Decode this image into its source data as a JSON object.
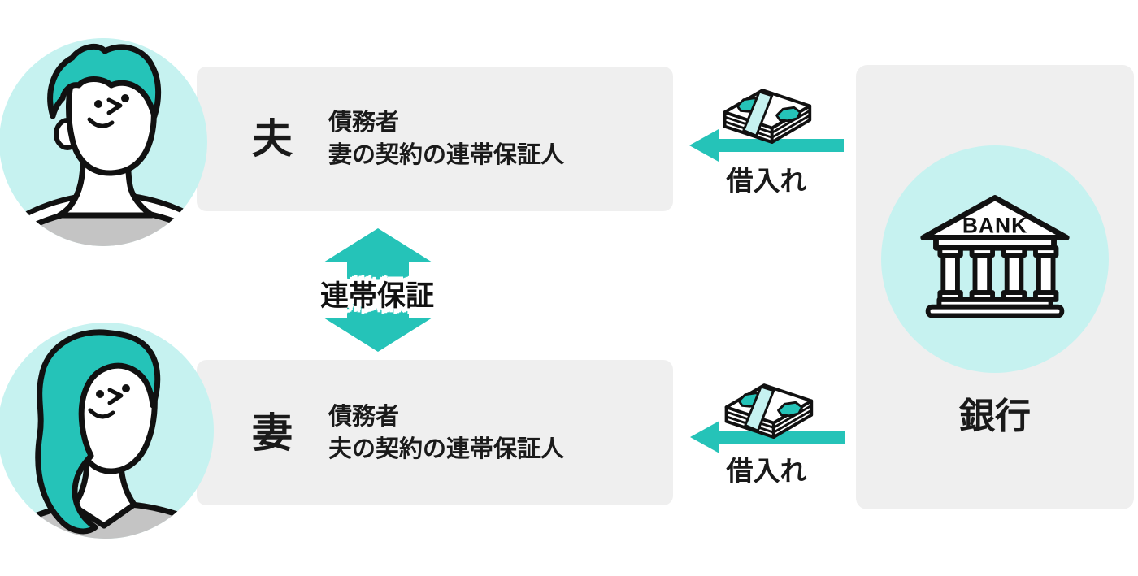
{
  "husband_card": {
    "name": "夫",
    "roles": [
      "債務者",
      "妻の契約の連帯保証人"
    ]
  },
  "wife_card": {
    "name": "妻",
    "roles": [
      "債務者",
      "夫の契約の連帯保証人"
    ]
  },
  "joint_guarantee": {
    "label": "連帯保証"
  },
  "bank": {
    "label": "銀行",
    "building_sign": "BANK"
  },
  "loans": {
    "top_label": "借入れ",
    "bottom_label": "借入れ"
  },
  "colors": {
    "teal_accent": "#25c3b8",
    "light_cyan": "#c6f2f0",
    "card_gray": "#efefef",
    "shirt_gray": "#c4c4c4",
    "outline_black": "#111111",
    "background": "#ffffff"
  }
}
